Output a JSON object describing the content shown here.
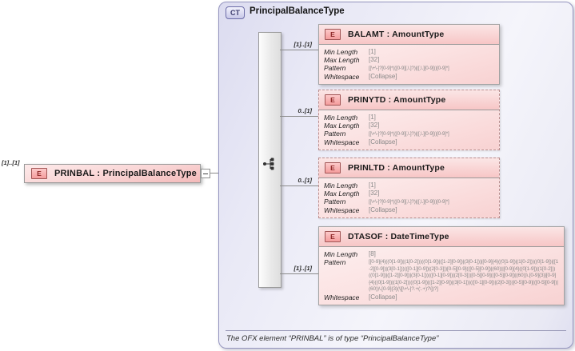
{
  "colors": {
    "container_fill": "#e9e9f6",
    "container_border": "#9595bf",
    "element_fill": "#f9d4d4",
    "element_icon_fill": "#f49c9c",
    "element_icon_border": "#a05555",
    "connector": "#8a8a8a"
  },
  "root_element": {
    "cardinality": "[1]..[1]",
    "icon_letter": "E",
    "label": "PRINBAL : PrincipalBalanceType"
  },
  "complex_type": {
    "badge": "CT",
    "title": "PrincipalBalanceType",
    "sequence_cardinality": "[1]..[1]",
    "annotation": "The OFX element “PRINBAL” is of type “PrincipalBalanceType”"
  },
  "children": [
    {
      "cardinality": "[1]..[1]",
      "icon_letter": "E",
      "title": "BALAMT : AmountType",
      "facets": [
        {
          "label": "Min Length",
          "value": "[1]"
        },
        {
          "label": "Max Length",
          "value": "[32]"
        },
        {
          "label": "Pattern",
          "value": "[[\\+\\-]?[0-9]*(([0-9][,\\.]?)|([,\\.][0-9]))[0-9]*]"
        },
        {
          "label": "Whitespace",
          "value": "[Collapse]"
        }
      ]
    },
    {
      "cardinality": "0..[1]",
      "icon_letter": "E",
      "title": "PRINYTD : AmountType",
      "facets": [
        {
          "label": "Min Length",
          "value": "[1]"
        },
        {
          "label": "Max Length",
          "value": "[32]"
        },
        {
          "label": "Pattern",
          "value": "[[\\+\\-]?[0-9]*(([0-9][,\\.]?)|([,\\.][0-9]))[0-9]*]"
        },
        {
          "label": "Whitespace",
          "value": "[Collapse]"
        }
      ]
    },
    {
      "cardinality": "0..[1]",
      "icon_letter": "E",
      "title": "PRINLTD : AmountType",
      "facets": [
        {
          "label": "Min Length",
          "value": "[1]"
        },
        {
          "label": "Max Length",
          "value": "[32]"
        },
        {
          "label": "Pattern",
          "value": "[[\\+\\-]?[0-9]*(([0-9][,\\.]?)|([,\\.][0-9]))[0-9]*]"
        },
        {
          "label": "Whitespace",
          "value": "[Collapse]"
        }
      ]
    },
    {
      "cardinality": "[1]..[1]",
      "icon_letter": "E",
      "title": "DTASOF : DateTimeType",
      "facets": [
        {
          "label": "Min Length",
          "value": "[8]"
        },
        {
          "label": "Pattern",
          "value": "[[0-9]{4}((0[1-9])|(1[0-2]))((0[1-9])|([1-2][0-9])|(3[0-1]))|[0-9]{4}((0[1-9])|(1[0-2]))((0[1-9])|([1-2][0-9])|(3[0-1]))(([0-1][0-9])|(2[0-3]))[0-5][0-9](([0-5][0-9])|(60))|[0-9]{4}((0[1-9])|(1[0-2]))((0[1-9])|([1-2][0-9])|(3[0-1]))(([0-1][0-9])|(2[0-3]))[0-5][0-9](([0-5][0-9])|(60))\\.[0-9]{3}|[0-9]{4}((0[1-9])|(1[0-2]))((0[1-9])|([1-2][0-9])|(3[0-1]))(([0-1][0-9])|(2[0-3]))[0-5][0-9](([0-5][0-9])|(60))\\.[0-9]{3}(\\[[\\+\\-]?.+(:.+)?\\])?]"
        },
        {
          "label": "Whitespace",
          "value": "[Collapse]"
        }
      ]
    }
  ]
}
